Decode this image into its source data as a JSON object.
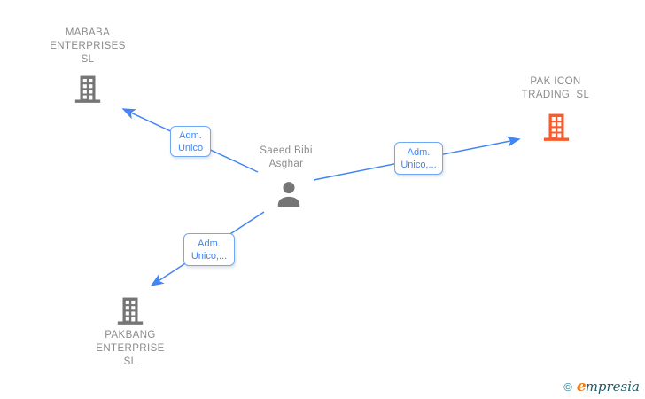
{
  "diagram": {
    "person": {
      "name": "Saeed Bibi\nAsghar"
    },
    "companies": {
      "top_left": {
        "name": "MABABA\nENTERPRISES\nSL"
      },
      "right": {
        "name": "PAK ICON\nTRADING  SL"
      },
      "bottom_left": {
        "name": "PAKBANG\nENTERPRISE\nSL"
      }
    },
    "edges": [
      {
        "label": "Adm.\nUnico",
        "from": "person",
        "to": "company_top_left"
      },
      {
        "label": "Adm.\nUnico,...",
        "from": "person",
        "to": "company_right"
      },
      {
        "label": "Adm.\nUnico,...",
        "from": "person",
        "to": "company_bottom_left"
      }
    ],
    "colors": {
      "edge_blue": "#4285f4",
      "edge_box_border": "#71a7f7",
      "node_text_gray": "#8b8b8b",
      "node_icon_gray": "#757575",
      "highlight_orange": "#f95b2b"
    }
  },
  "branding": {
    "copyright_symbol": "©",
    "logo_text_e": "e",
    "logo_text_rest": "mpresia"
  }
}
